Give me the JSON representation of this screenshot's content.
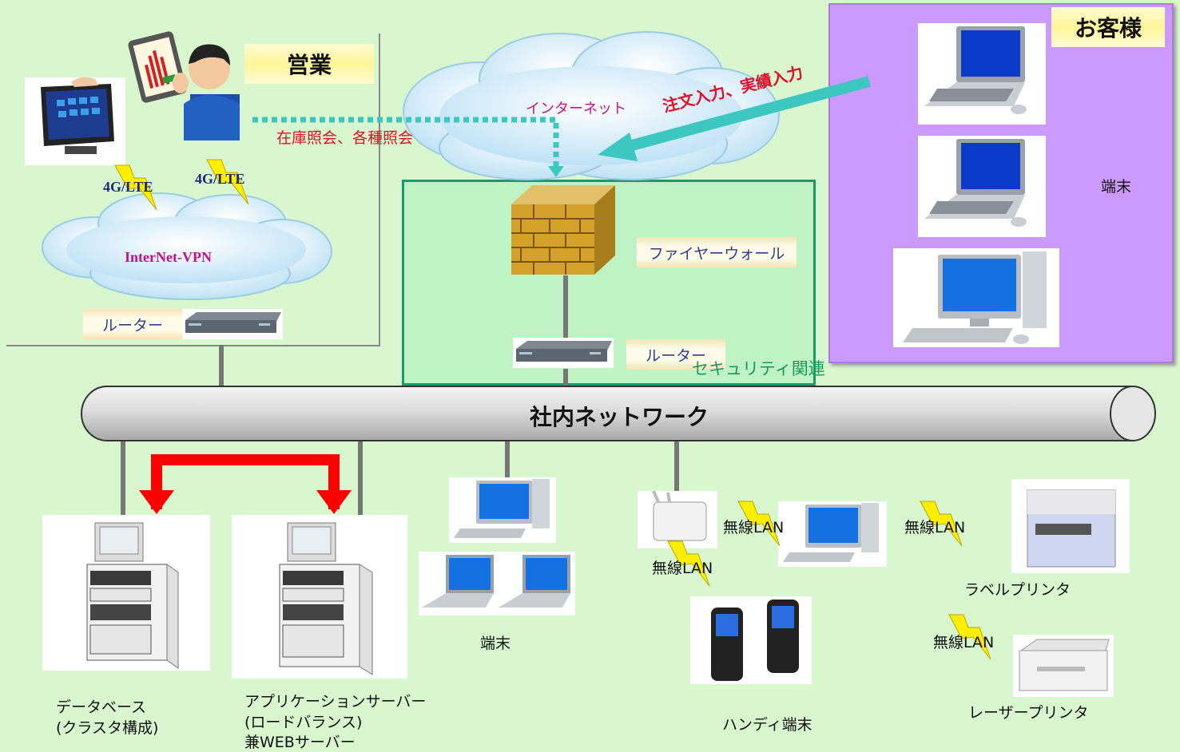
{
  "sales": {
    "title": "営業",
    "lte_label_1": "4G/LTE",
    "lte_label_2": "4G/LTE",
    "vpn_label": "InterNet-VPN",
    "router_label": "ルーター",
    "inquiry_label": "在庫照会、各種照会"
  },
  "internet": {
    "label": "インターネット",
    "order_label": "注文入力、実績入力"
  },
  "security": {
    "firewall_label": "ファイヤーウォール",
    "router_label": "ルーター",
    "group_label": "セキュリティ関連"
  },
  "customer": {
    "title": "お客様",
    "terminal_label": "端末"
  },
  "network": {
    "label": "社内ネットワーク"
  },
  "bottom": {
    "db_line1": "データベース",
    "db_line2": "(クラスタ構成)",
    "app_line1": "アプリケーションサーバー",
    "app_line2": "(ロードバランス)",
    "app_line3": "兼WEBサーバー",
    "terminal_label": "端末",
    "handy_label": "ハンディ端末",
    "label_printer": "ラベルプリンタ",
    "laser_printer": "レーザープリンタ",
    "wlan_1": "無線LAN",
    "wlan_2": "無線LAN",
    "wlan_3": "無線LAN",
    "wlan_4": "無線LAN"
  },
  "colors": {
    "background": "#d8f7cf",
    "customer_panel": "#cc99ff",
    "security_border": "#1a9a6a",
    "arrow_teal": "#3cc8c0",
    "arrow_red": "#ff0000",
    "text_red": "#e0102a",
    "text_magenta": "#c0148c"
  }
}
